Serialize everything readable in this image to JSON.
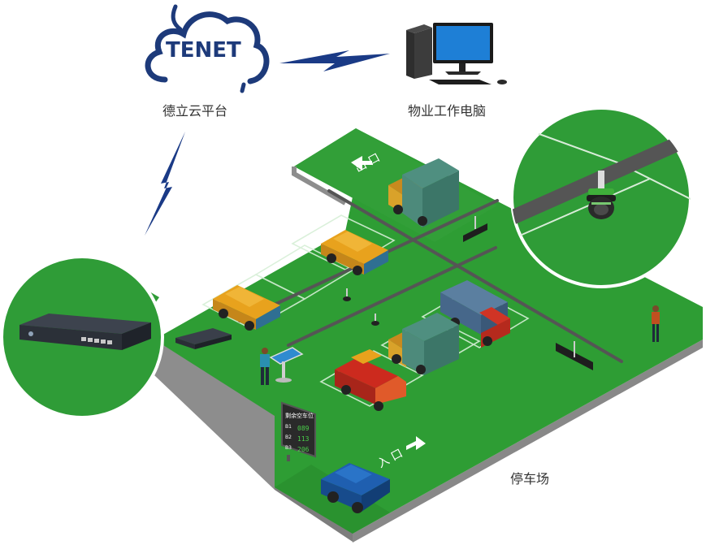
{
  "cloud": {
    "logo_text": "TENET",
    "label": "德立云平台",
    "color": "#1d3a7a"
  },
  "pc": {
    "label": "物业工作电脑"
  },
  "parking_lot": {
    "label": "停车场"
  },
  "lot_signs": {
    "exit": "出 口",
    "entrance": "入 口"
  },
  "guidance_board": {
    "title": "剩余空车位",
    "rows": [
      {
        "level": "B1",
        "value": "089"
      },
      {
        "level": "B2",
        "value": "113"
      },
      {
        "level": "B3",
        "value": "206"
      }
    ]
  },
  "colors": {
    "ground": "#2e9d34",
    "ground_side": "#8a8a8a",
    "zoom_circle": "#2f9c37",
    "lightning": "#1a3a86",
    "truck_body": "#cc2a1e",
    "truck_box": "#3f7a6c",
    "car_yellow": "#e8a21d",
    "car_blue": "#1f5fb0"
  }
}
